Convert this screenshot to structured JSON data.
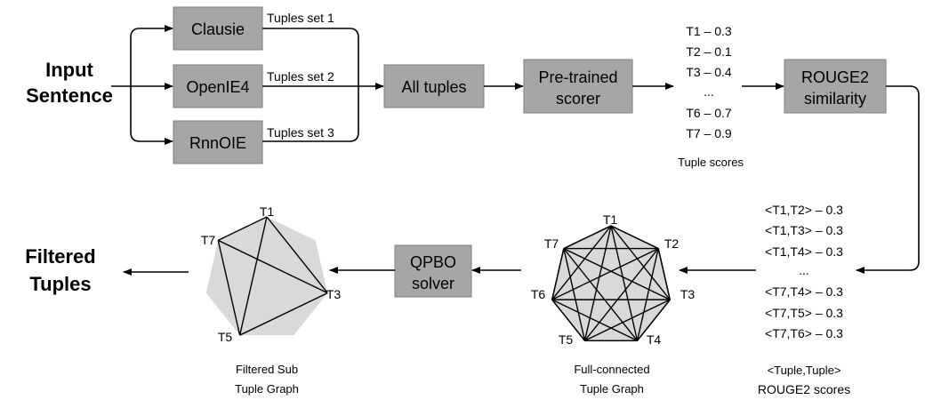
{
  "input": {
    "line1": "Input",
    "line2": "Sentence"
  },
  "extractors": [
    {
      "name": "Clausie",
      "set_label": "Tuples set 1"
    },
    {
      "name": "OpenIE4",
      "set_label": "Tuples set 2"
    },
    {
      "name": "RnnOIE",
      "set_label": "Tuples set 3"
    }
  ],
  "all_tuples": "All tuples",
  "scorer": {
    "line1": "Pre-trained",
    "line2": "scorer"
  },
  "tuple_scores": [
    "T1 – 0.3",
    "T2 – 0.1",
    "T3 – 0.4",
    "...",
    "T6 – 0.7",
    "T7 – 0.9"
  ],
  "tuple_scores_caption": "Tuple scores",
  "rouge": {
    "line1": "ROUGE2",
    "line2": "similarity"
  },
  "pair_scores": [
    "<T1,T2> – 0.3",
    "<T1,T3> – 0.3",
    "<T1,T4> – 0.3",
    "...",
    "<T7,T4> – 0.3",
    "<T7,T5> – 0.3",
    "<T7,T6> – 0.3"
  ],
  "pair_caption": {
    "line1": "<Tuple,Tuple>",
    "line2": "ROUGE2 scores"
  },
  "full_graph": {
    "nodes": [
      "T1",
      "T2",
      "T3",
      "T4",
      "T5",
      "T6",
      "T7"
    ],
    "caption_line1": "Full-connected",
    "caption_line2": "Tuple Graph"
  },
  "qpbo": {
    "line1": "QPBO",
    "line2": "solver"
  },
  "sub_graph": {
    "nodes": [
      "T1",
      "T3",
      "T5",
      "T7"
    ],
    "caption_line1": "Filtered Sub",
    "caption_line2": "Tuple Graph"
  },
  "output": {
    "line1": "Filtered",
    "line2": "Tuples"
  }
}
